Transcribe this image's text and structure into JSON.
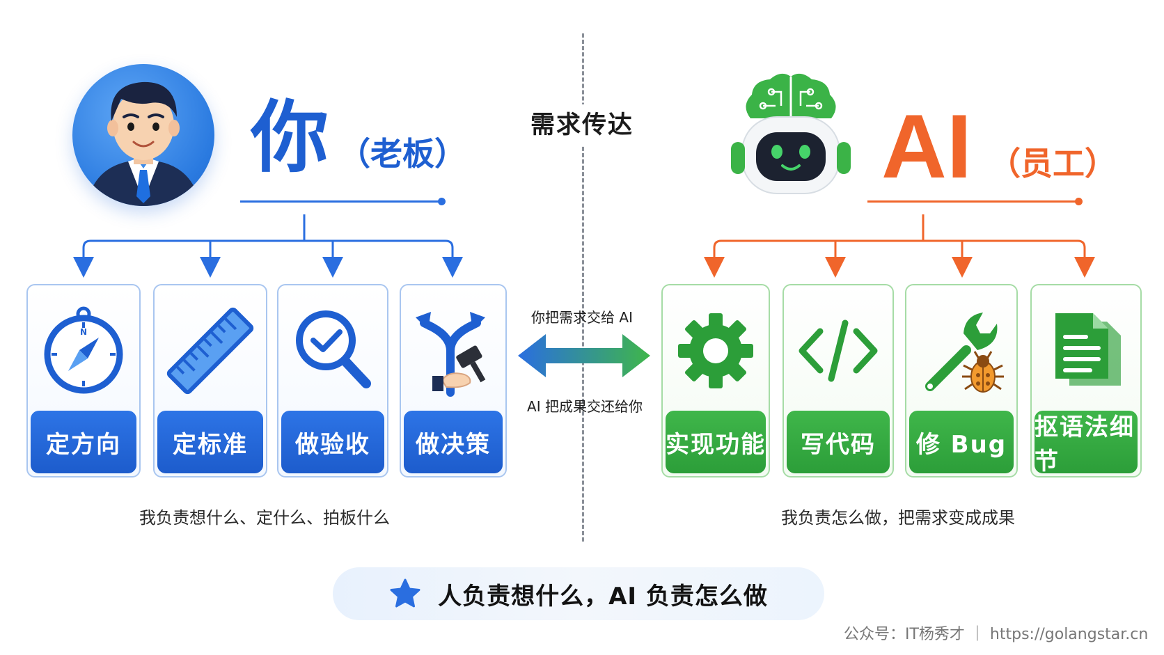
{
  "center": {
    "title": "需求传达"
  },
  "left": {
    "title": "你",
    "subtitle": "（老板）",
    "color": "#1e5fd1",
    "cards": [
      {
        "label": "定方向",
        "icon": "compass-icon"
      },
      {
        "label": "定标准",
        "icon": "ruler-icon"
      },
      {
        "label": "做验收",
        "icon": "magnifier-check-icon"
      },
      {
        "label": "做决策",
        "icon": "decision-gavel-icon"
      }
    ],
    "caption": "我负责想什么、定什么、拍板什么"
  },
  "right": {
    "title": "AI",
    "subtitle": "（员工）",
    "color": "#f0652b",
    "card_color": "#3fb64a",
    "cards": [
      {
        "label": "实现功能",
        "icon": "gear-icon"
      },
      {
        "label": "写代码",
        "icon": "code-icon"
      },
      {
        "label": "修 Bug",
        "icon": "wrench-bug-icon"
      },
      {
        "label": "抠语法细节",
        "icon": "document-icon"
      }
    ],
    "caption": "我负责怎么做，把需求变成成果"
  },
  "exchange": {
    "top": "你把需求交给 AI",
    "bottom": "AI 把成果交还给你"
  },
  "banner": {
    "text": "人负责想什么，AI 负责怎么做",
    "icon": "star-icon"
  },
  "footer": {
    "text": "公众号：IT杨秀才 ｜ https://golangstar.cn"
  }
}
